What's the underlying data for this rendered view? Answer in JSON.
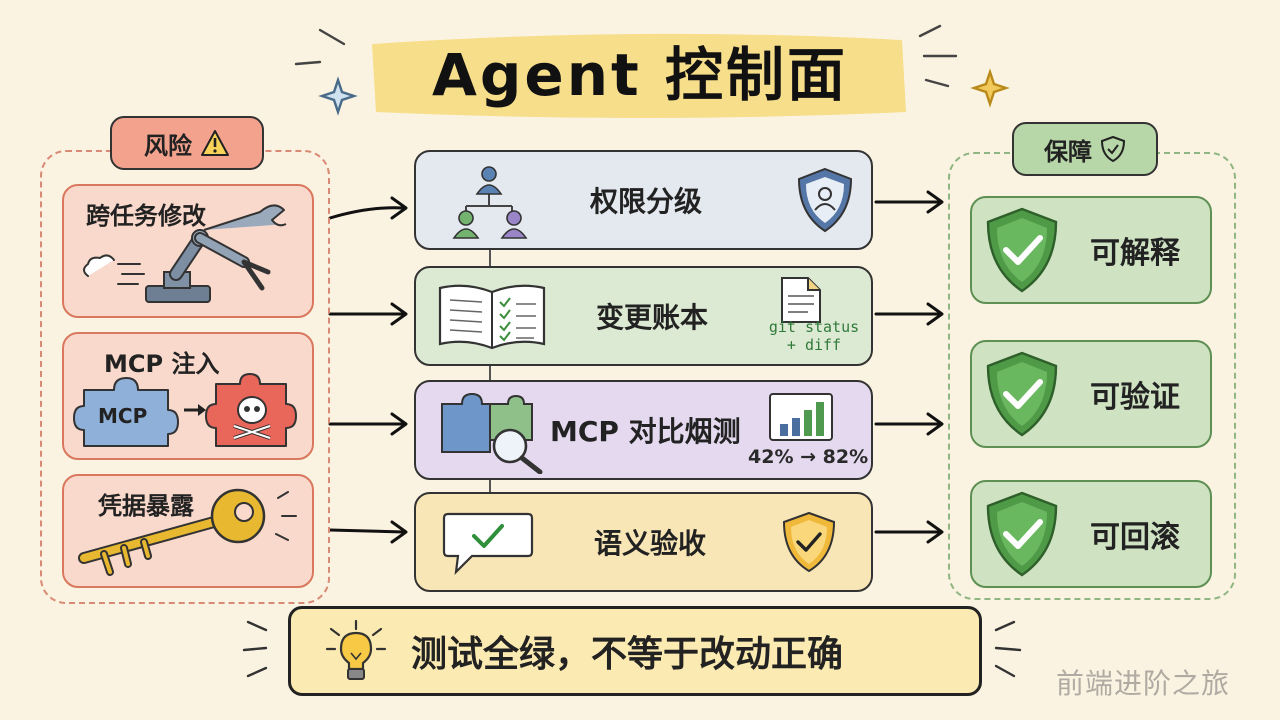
{
  "title": "Agent 控制面",
  "risk": {
    "header": "风险",
    "items": [
      {
        "label": "跨任务修改",
        "icon": "robot-arm-icon"
      },
      {
        "label": "MCP 注入",
        "icon": "puzzle-skull-icon",
        "puzzle_text": "MCP"
      },
      {
        "label": "凭据暴露",
        "icon": "key-icon"
      }
    ]
  },
  "controls": [
    {
      "label": "权限分级",
      "color": "#e3e9ef",
      "icon": "org-users-icon",
      "side_icon": "user-shield-icon"
    },
    {
      "label": "变更账本",
      "color": "#dce9d3",
      "icon": "open-book-icon",
      "side_icon": "document-icon",
      "note": "git status\n+ diff"
    },
    {
      "label": "MCP 对比烟测",
      "color": "#e4d9ef",
      "icon": "puzzle-magnifier-icon",
      "side_icon": "bar-chart-icon",
      "note": "42% → 82%"
    },
    {
      "label": "语义验收",
      "color": "#f9e6b6",
      "icon": "speech-check-icon",
      "side_icon": "gold-shield-check-icon"
    }
  ],
  "guarantee": {
    "header": "保障",
    "items": [
      {
        "label": "可解释"
      },
      {
        "label": "可验证"
      },
      {
        "label": "可回滚"
      }
    ]
  },
  "bottom_note": "测试全绿，不等于改动正确",
  "watermark": "前端进阶之旅",
  "colors": {
    "background": "#fbf3e1",
    "risk_accent": "#f3a28e",
    "guarantee_accent": "#b8d7a8",
    "title_highlight": "#f7dc85"
  }
}
